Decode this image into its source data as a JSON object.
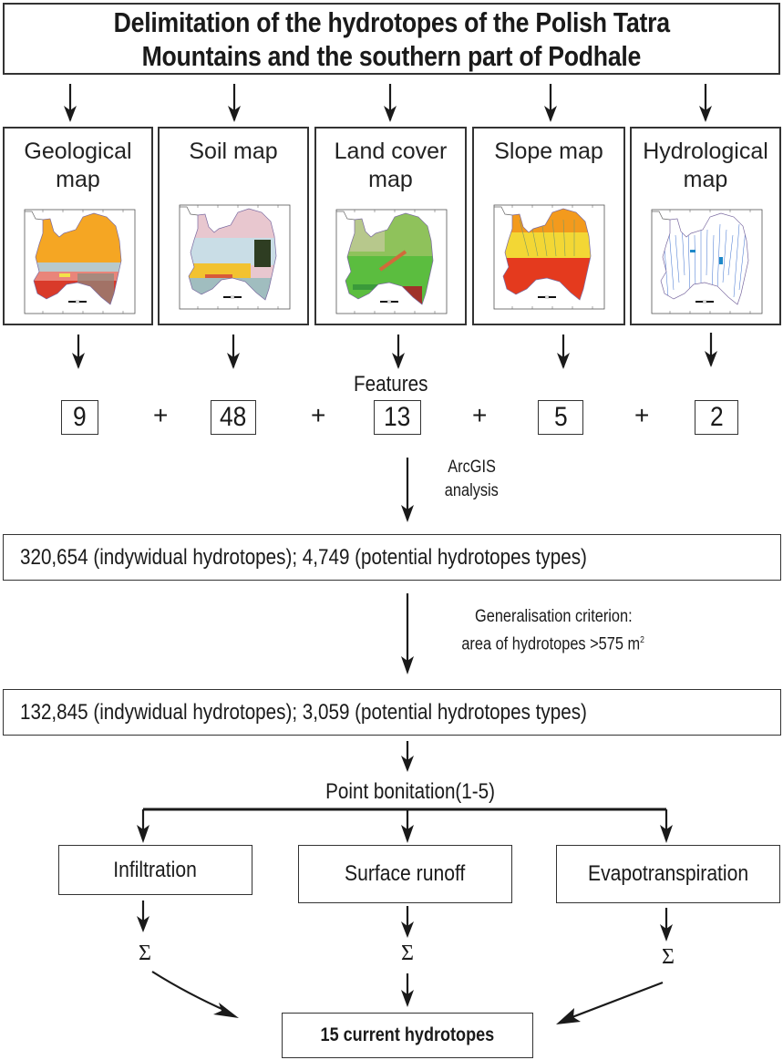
{
  "title": {
    "line1": "Delimitation of the hydrotopes of the Polish Tatra",
    "line2": "Mountains and the southern part of Podhale"
  },
  "maps": [
    {
      "id": "geological",
      "label_line1": "Geological",
      "label_line2": "map",
      "feature_count": "9",
      "palette": [
        "#f5a623",
        "#b8c9cc",
        "#e9857a",
        "#d93a2a",
        "#8a8a80",
        "#f3e24a"
      ]
    },
    {
      "id": "soil",
      "label_line1": "Soil map",
      "label_line2": "",
      "feature_count": "48",
      "palette": [
        "#e8c7cf",
        "#c9dde6",
        "#f2c230",
        "#2e3d22",
        "#6fb6b4",
        "#d85a3a"
      ]
    },
    {
      "id": "land-cover",
      "label_line1": "Land cover",
      "label_line2": "map",
      "feature_count": "13",
      "palette": [
        "#8fc25b",
        "#5bbd3f",
        "#b7c88c",
        "#a0322a",
        "#d26a3a",
        "#3a9a3a"
      ]
    },
    {
      "id": "slope",
      "label_line1": "Slope map",
      "label_line2": "",
      "feature_count": "5",
      "palette": [
        "#f39a1d",
        "#f2e23a",
        "#e43a1e",
        "#7a9a66"
      ]
    },
    {
      "id": "hydrological",
      "label_line1": "Hydrological",
      "label_line2": "map",
      "feature_count": "2",
      "palette": [
        "#ffffff",
        "#3b6fcf",
        "#1e88c8"
      ]
    }
  ],
  "features_label": "Features",
  "plus_sign": "+",
  "arcgis_label": {
    "line1": "ArcGIS",
    "line2": "analysis"
  },
  "result1": "320,654 (indywidual hydrotopes); 4,749 (potential hydrotopes types)",
  "generalisation_label": {
    "line1": "Generalisation criterion:",
    "line2": "area of hydrotopes >575 m",
    "superscript": "2"
  },
  "result2": "132,845 (indywidual hydrotopes); 3,059 (potential hydrotopes types)",
  "bonitation_label": "Point bonitation(1-5)",
  "categories": [
    {
      "label": "Infiltration"
    },
    {
      "label": "Surface runoff"
    },
    {
      "label": "Evapotranspiration"
    }
  ],
  "sigma_symbol": "Σ",
  "final": "15 current hydrotopes"
}
